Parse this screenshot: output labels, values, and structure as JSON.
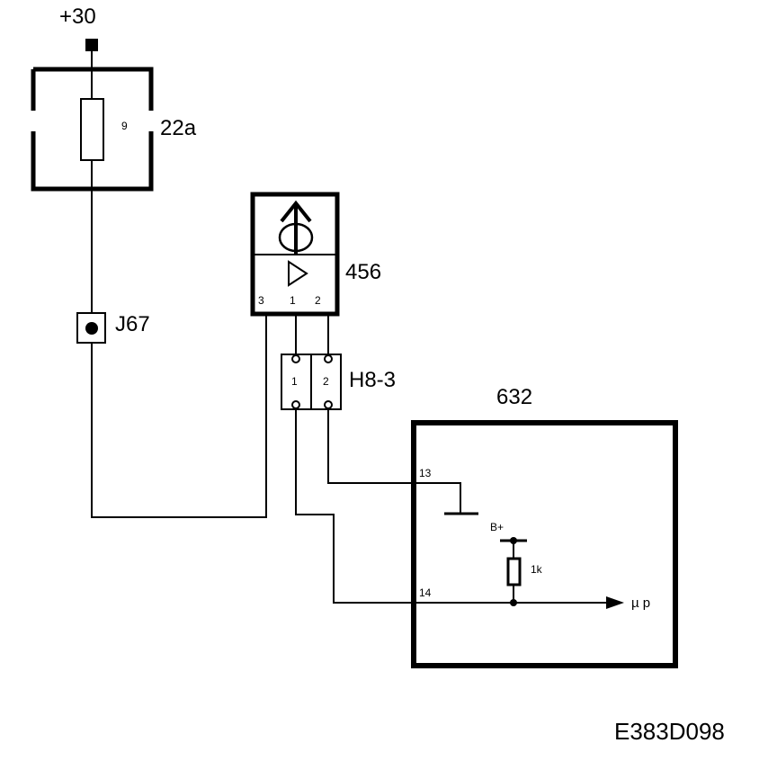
{
  "supply": {
    "label": "+30"
  },
  "fuse_box": {
    "ref": "22a",
    "fuse_number": "9"
  },
  "junction": {
    "ref": "J67"
  },
  "sensor": {
    "ref": "456",
    "pins": [
      "3",
      "1",
      "2"
    ]
  },
  "connector": {
    "ref": "H8-3",
    "pins": [
      "1",
      "2"
    ]
  },
  "control_unit": {
    "ref": "632",
    "pins": [
      "13",
      "14"
    ],
    "supply_label": "B+",
    "resistor_label": "1k",
    "output_label": "µ p"
  },
  "drawing_code": "E383D098"
}
